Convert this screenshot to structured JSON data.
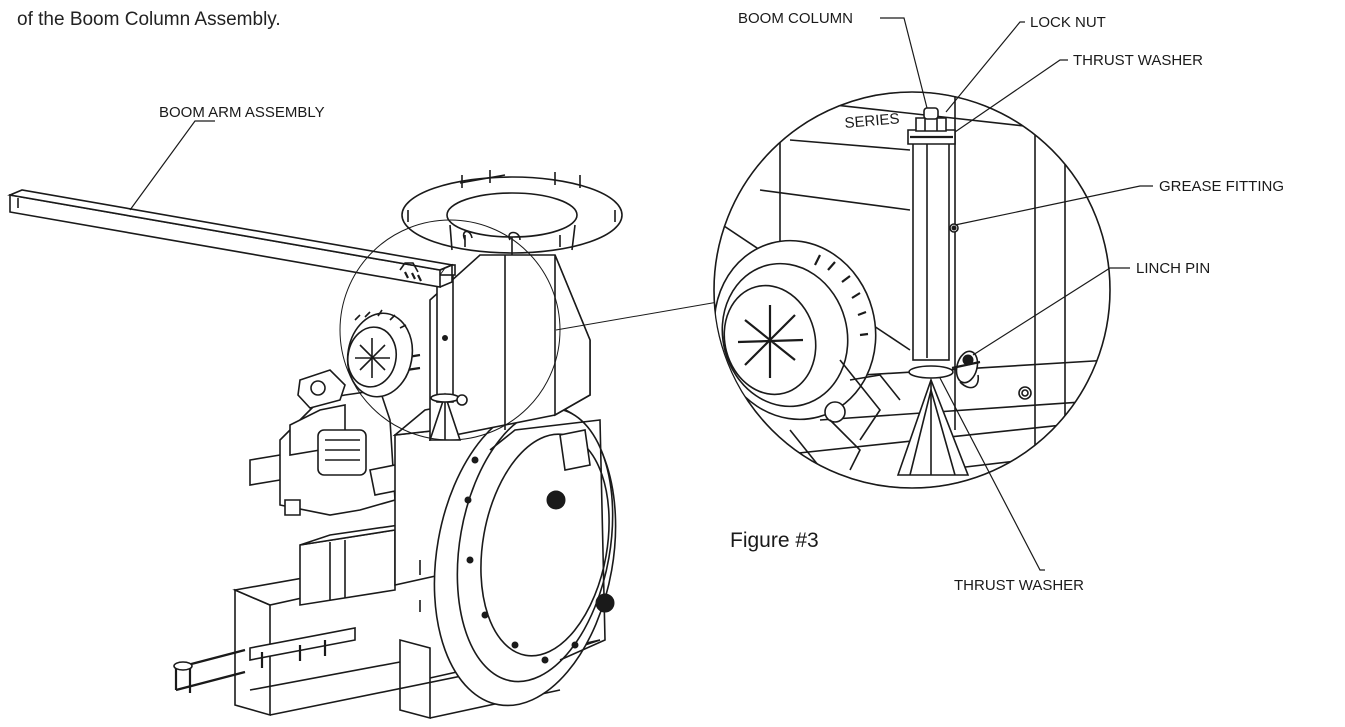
{
  "intro_text": "of the Boom Column Assembly.",
  "figure_caption": "Figure #3",
  "callouts": {
    "boom_arm_assembly": "BOOM ARM ASSEMBLY",
    "boom_column": "BOOM COLUMN",
    "lock_nut": "LOCK NUT",
    "thrust_washer_top": "THRUST WASHER",
    "grease_fitting": "GREASE FITTING",
    "linch_pin": "LINCH PIN",
    "thrust_washer_bottom": "THRUST WASHER"
  }
}
